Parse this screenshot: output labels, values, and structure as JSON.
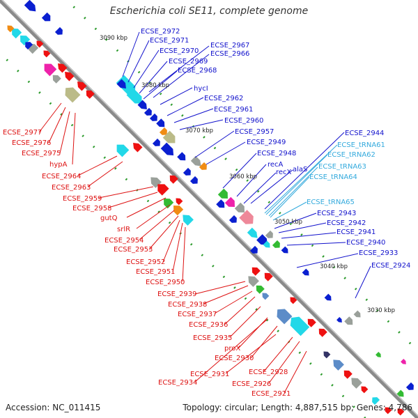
{
  "title": "Escherichia coli SE11, complete genome",
  "footer": {
    "accession": "Accession: NC_011415",
    "topology": "Topology: circular; Length: 4,887,515 bp; Genes: 4,786"
  },
  "colors": {
    "backbone": "#8a8a8a",
    "forward_label": "#1111cc",
    "trna_label": "#33aadd",
    "reverse_label": "#dd1111",
    "tick": "#228822"
  },
  "ticks": [
    "3090 kbp",
    "3080 kbp",
    "3070 kbp",
    "3060 kbp",
    "3050 kbp",
    "3040 kbp",
    "3030 kbp"
  ],
  "forward_labels": [
    "ECSE_2972",
    "ECSE_2971",
    "ECSE_2970",
    "ECSE_2967",
    "ECSE_2966",
    "ECSE_2969",
    "ECSE_2968",
    "hycI",
    "ECSE_2962",
    "ECSE_2961",
    "ECSE_2960",
    "ECSE_2957",
    "ECSE_2949",
    "ECSE_2948",
    "recA",
    "recX",
    "alaS",
    "ECSE_2944",
    "ECSE_2943",
    "ECSE_2942",
    "ECSE_2941",
    "ECSE_2940",
    "ECSE_2933",
    "ECSE_2924"
  ],
  "trna_labels": [
    "ECSE_tRNA61",
    "ECSE_tRNA62",
    "ECSE_tRNA63",
    "ECSE_tRNA64",
    "ECSE_tRNA65"
  ],
  "reverse_labels": [
    "ECSE_2977",
    "ECSE_2976",
    "ECSE_2975",
    "hypA",
    "ECSE_2964",
    "ECSE_2963",
    "ECSE_2959",
    "ECSE_2958",
    "gutQ",
    "srlR",
    "ECSE_2954",
    "ECSE_2953",
    "ECSE_2952",
    "ECSE_2951",
    "ECSE_2950",
    "ECSE_2939",
    "ECSE_2938",
    "ECSE_2937",
    "ECSE_2936",
    "ECSE_2935",
    "proX",
    "ECSE_2930",
    "ECSE_2931",
    "ECSE_2928",
    "ECSE_2926",
    "ECSE_2934",
    "ECSE_2921"
  ]
}
